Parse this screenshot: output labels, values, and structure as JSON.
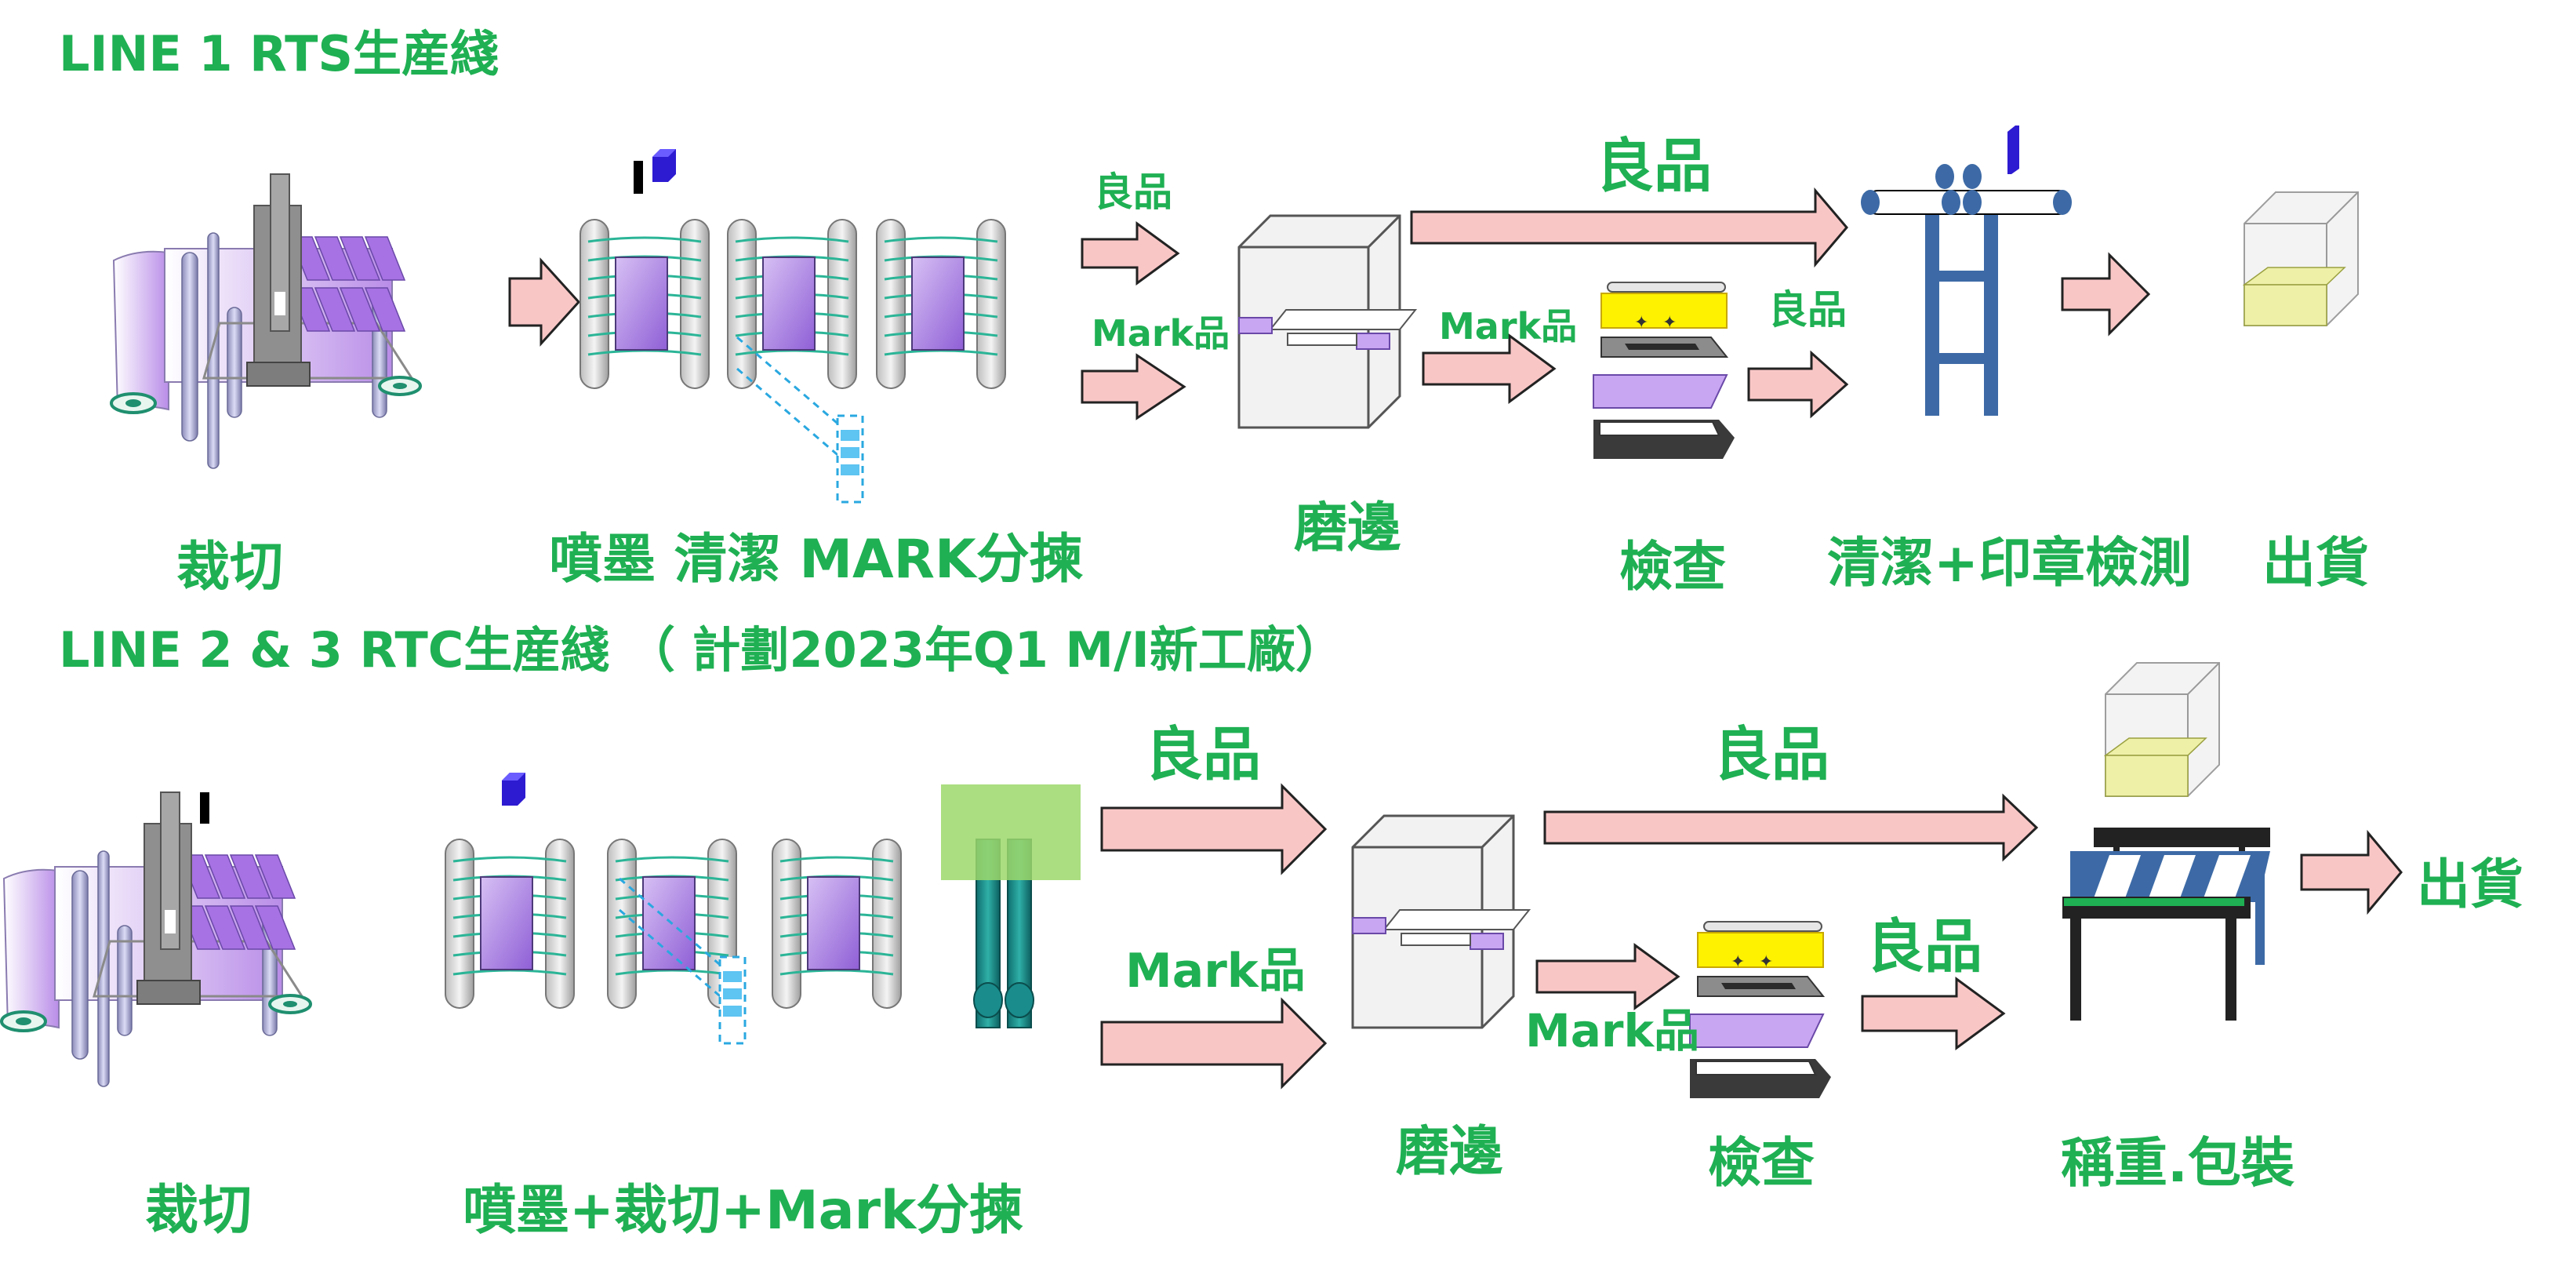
{
  "line1": {
    "title": "LINE 1 RTS生産綫",
    "steps": {
      "cut": "裁切",
      "ink_clean_sort": "噴墨 清潔 MARK分揀",
      "grind": "磨邊",
      "inspect": "檢查",
      "clean_stamp": "清潔+印章檢測",
      "ship": "出貨"
    },
    "arrows": {
      "good_after_sort": "良品",
      "mark_after_sort": "Mark品",
      "good_bypass": "良品",
      "mark_after_grind": "Mark品",
      "good_after_inspect": "良品"
    }
  },
  "line2": {
    "title": "LINE  2 & 3 RTC生産綫 （ 計劃2023年Q1 M/I新工廠）",
    "steps": {
      "cut": "裁切",
      "ink_cut_sort": "噴墨+裁切+Mark分揀",
      "grind": "磨邊",
      "inspect": "檢查",
      "weigh_pack": "稱重.包裝",
      "ship": "出貨"
    },
    "arrows": {
      "good_after_sort": "良品",
      "mark_after_sort": "Mark品",
      "good_bypass": "良品",
      "mark_after_grind": "Mark品",
      "good_after_inspect": "良品"
    }
  },
  "colors": {
    "label_green": "#1fb053",
    "arrow_fill": "#f9c6c6",
    "machine_purple": "#b98de8",
    "roller_teal": "#2bb597",
    "frame_blue": "#3d6aa6",
    "stamp_blue": "#2d1bd1",
    "inspect_yellow": "#fff200",
    "box_yellow": "#eef0a8",
    "green_block": "#9cd86b",
    "teal_cylinder": "#1a8c8c"
  }
}
